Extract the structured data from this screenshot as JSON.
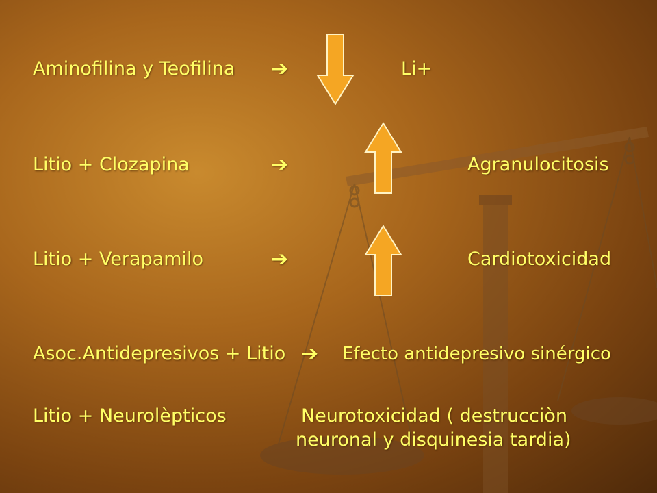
{
  "rows": [
    {
      "left": "Aminofilina y Teofilina",
      "arrow": "➔",
      "indicator": "down",
      "right": "Li+"
    },
    {
      "left": "Litio + Clozapina",
      "arrow": "➔",
      "indicator": "up",
      "right": "Agranulocitosis"
    },
    {
      "left": "Litio + Verapamilo",
      "arrow": "➔",
      "indicator": "up",
      "right": "Cardiotoxicidad"
    },
    {
      "left": "Asoc.Antidepresivos + Litio",
      "arrow": "➔",
      "right": "Efecto antidepresivo sinérgico"
    },
    {
      "left": "Litio + Neurolèpticos",
      "right_line1": "Neurotoxicidad ( destrucciòn",
      "right_line2": "neuronal y disquinesia tardia)"
    }
  ],
  "colors": {
    "text": "#ffff66",
    "arrow_fill": "#f5a623",
    "arrow_stroke": "#fff3c4"
  },
  "background_icon": "balance-scale-icon"
}
